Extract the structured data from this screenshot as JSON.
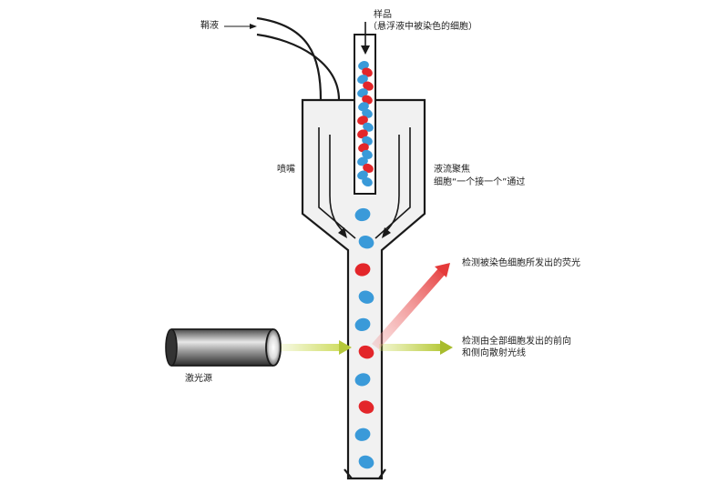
{
  "labels": {
    "sheath": "鞘液",
    "sample": "样品",
    "sample_note": "（悬浮液中被染色的细胞）",
    "nozzle": "喷嘴",
    "focus_1": "液流聚焦",
    "focus_2": "细胞“一个接一个”通过",
    "fluorescence": "检测被染色细胞所发出的荧光",
    "scatter_1": "检测由全部细胞发出的前向",
    "scatter_2": "和侧向散射光线",
    "laser": "激光源"
  },
  "colors": {
    "stained_cell": "#e3262a",
    "unstained_cell": "#3a9ad9",
    "laser_beam": "#c8d84a",
    "fluorescence_beam": "#e64a4a",
    "tube_fill": "#f1f1f1",
    "outline": "#1a1a1a"
  },
  "cells_in_sample_tube": [
    "blue",
    "red",
    "blue",
    "red",
    "blue",
    "red",
    "blue",
    "blue",
    "red",
    "blue",
    "red",
    "blue",
    "red",
    "blue",
    "blue",
    "red",
    "blue",
    "blue"
  ],
  "cells_in_flow_channel": [
    "blue",
    "blue",
    "red",
    "blue",
    "blue",
    "red",
    "blue",
    "red",
    "blue",
    "blue"
  ],
  "icons": {
    "laser_source": "metal-cylinder",
    "arrows": "arrow"
  }
}
